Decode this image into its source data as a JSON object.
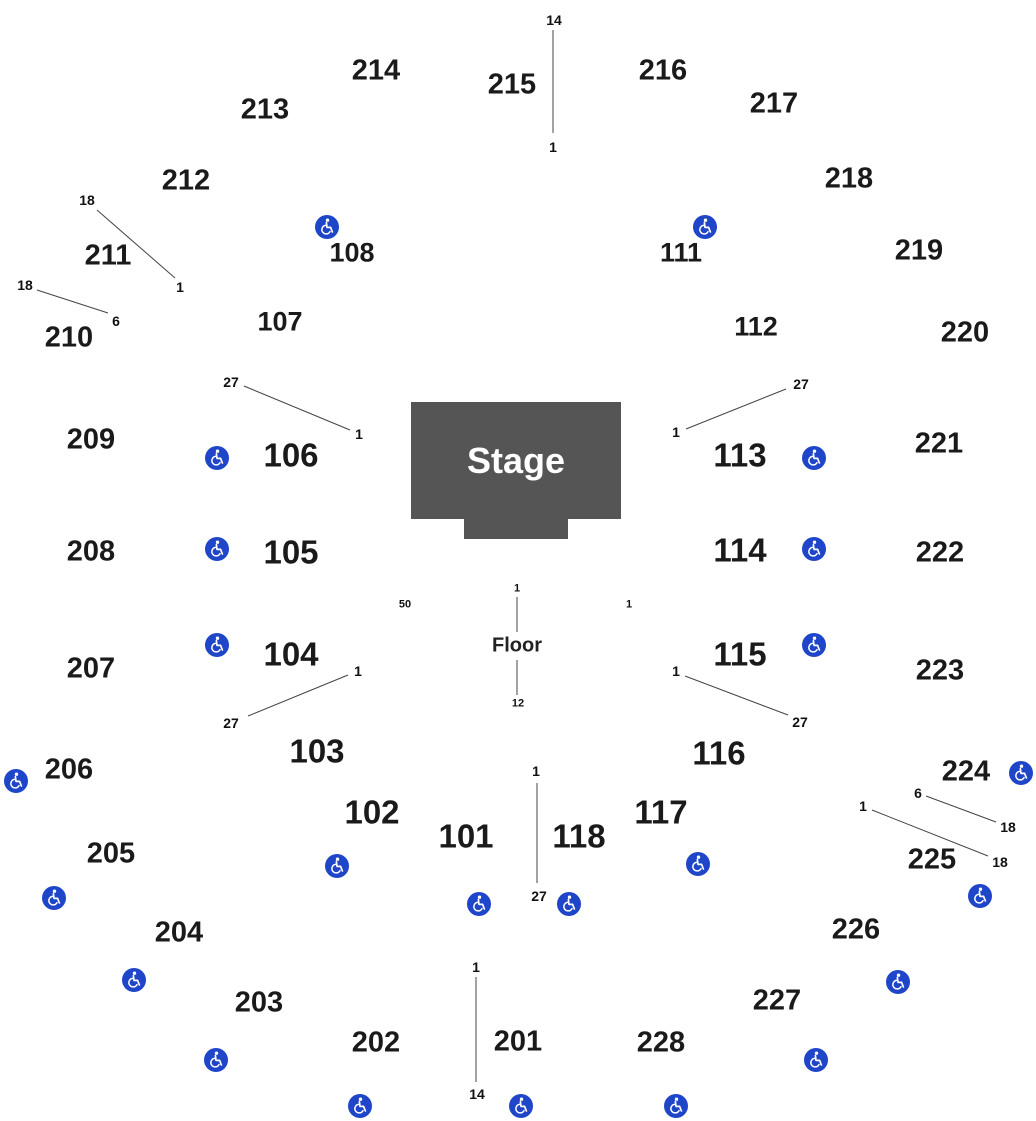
{
  "stage": {
    "label": "Stage"
  },
  "floor": {
    "label": "Floor"
  },
  "colors": {
    "stage": "#555555",
    "accessible": "#1f45c8",
    "text": "#1a1a1a"
  },
  "icon": "wheelchair-accessible-icon",
  "sections": {
    "s201": "201",
    "s202": "202",
    "s203": "203",
    "s204": "204",
    "s205": "205",
    "s206": "206",
    "s207": "207",
    "s208": "208",
    "s209": "209",
    "s210": "210",
    "s211": "211",
    "s212": "212",
    "s213": "213",
    "s214": "214",
    "s215": "215",
    "s216": "216",
    "s217": "217",
    "s218": "218",
    "s219": "219",
    "s220": "220",
    "s221": "221",
    "s222": "222",
    "s223": "223",
    "s224": "224",
    "s225": "225",
    "s226": "226",
    "s227": "227",
    "s228": "228",
    "s101": "101",
    "s102": "102",
    "s103": "103",
    "s104": "104",
    "s105": "105",
    "s106": "106",
    "s107": "107",
    "s108": "108",
    "s111": "111",
    "s112": "112",
    "s113": "113",
    "s114": "114",
    "s115": "115",
    "s116": "116",
    "s117": "117",
    "s118": "118"
  },
  "rows": {
    "r215_top": "14",
    "r215_bottom": "1",
    "r211_top": "18",
    "r211_bottom": "1",
    "r210_top": "18",
    "r210_bottom": "6",
    "r106_outer": "27",
    "r106_inner": "1",
    "r113_inner": "1",
    "r113_outer": "27",
    "r104_inner": "1",
    "r104_outer": "27",
    "r115_inner": "1",
    "r115_outer": "27",
    "floor_top": "1",
    "floor_bottom": "12",
    "floor_left": "50",
    "floor_right": "1",
    "r101_top": "1",
    "r101_bottom": "27",
    "r201_top": "1",
    "r201_bottom": "14",
    "r224_inner": "6",
    "r224_outer": "18",
    "r225_inner": "1",
    "r225_outer": "18"
  }
}
